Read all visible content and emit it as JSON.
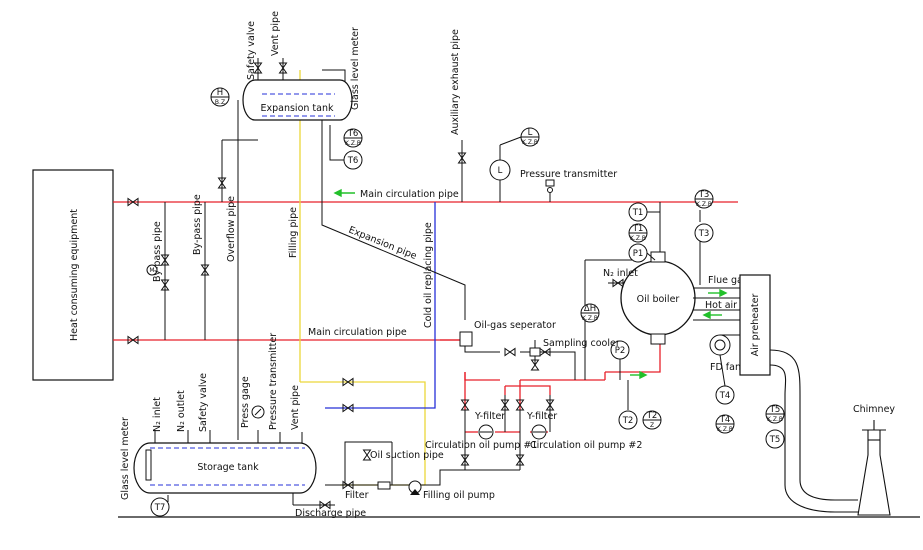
{
  "labels": {
    "heat_consuming": "Heat consuming equipment",
    "expansion_tank": "Expansion tank",
    "glass_level_meter_top": "Glass level meter",
    "safety_valve_top": "Safety valve",
    "vent_pipe_top": "Vent pipe",
    "aux_exhaust": "Auxiliary exhaust pipe",
    "pressure_transmitter_top": "Pressure transmitter",
    "main_circ_top": "Main circulation pipe",
    "main_circ_bottom": "Main circulation pipe",
    "bypass1": "By-pass pipe",
    "bypass2": "By-pass pipe",
    "overflow": "Overflow pipe",
    "filling": "Filling pipe",
    "expansion_pipe": "Expansion pipe",
    "cold_oil": "Cold oil replacing pipe",
    "oil_gas_sep": "Oil-gas seperator",
    "n2_inlet_boiler": "N₂ inlet",
    "oil_boiler": "Oil boiler",
    "flue_gas": "Flue gas",
    "hot_air": "Hot air",
    "air_preheater": "Air preheater",
    "fd_fan": "FD fan",
    "chimney": "Chimney",
    "sampling_cooler": "Sampling cooler",
    "y_filter1": "Y-filter",
    "y_filter2": "Y-filter",
    "circ_pump1": "Circulation oil pump #1",
    "circ_pump2": "Circulation oil pump #2",
    "oil_suction": "Oil suction pipe",
    "filter": "Filter",
    "filling_pump": "Filling oil pump",
    "discharge": "Discharge pipe",
    "storage_tank": "Storage tank",
    "glass_level_meter_bottom": "Glass level meter",
    "n2_inlet_storage": "N₂ inlet",
    "n2_outlet": "N₂ outlet",
    "safety_valve_bottom": "Safety valve",
    "press_gage": "Press gage",
    "pressure_transmitter_bottom": "Pressure transmitter",
    "vent_pipe_bottom": "Vent pipe"
  },
  "instruments": {
    "h": {
      "top": "H",
      "bottom": "B.Z"
    },
    "t6_tag": {
      "top": "T6",
      "bottom": "K.Z.B"
    },
    "t6": "T6",
    "l_tag": {
      "top": "L",
      "bottom": "K.Z.B"
    },
    "l": "L",
    "t1": "T1",
    "t1_tag": {
      "top": "T1",
      "bottom": "K.Z.B"
    },
    "p1": "P1",
    "t3_tag": {
      "top": "T3",
      "bottom": "K.Z.B"
    },
    "t3": "T3",
    "dh_tag": {
      "top": "ΔH",
      "bottom": "K.Z.B"
    },
    "p2": "P2",
    "t2": "T2",
    "t2_tag": {
      "top": "T2",
      "bottom": "Z"
    },
    "t4": "T4",
    "t4_tag": {
      "top": "T4",
      "bottom": "K.Z.B"
    },
    "t5_tag": {
      "top": "T5",
      "bottom": "K.Z.B"
    },
    "t5": "T5",
    "t7": "T7"
  },
  "colors": {
    "main_pipe": "#e8202a",
    "cold_oil_pipe": "#2630d8",
    "filling_pipe": "#ecd73a",
    "flow_arrow": "#22c02a",
    "line": "#111111"
  }
}
